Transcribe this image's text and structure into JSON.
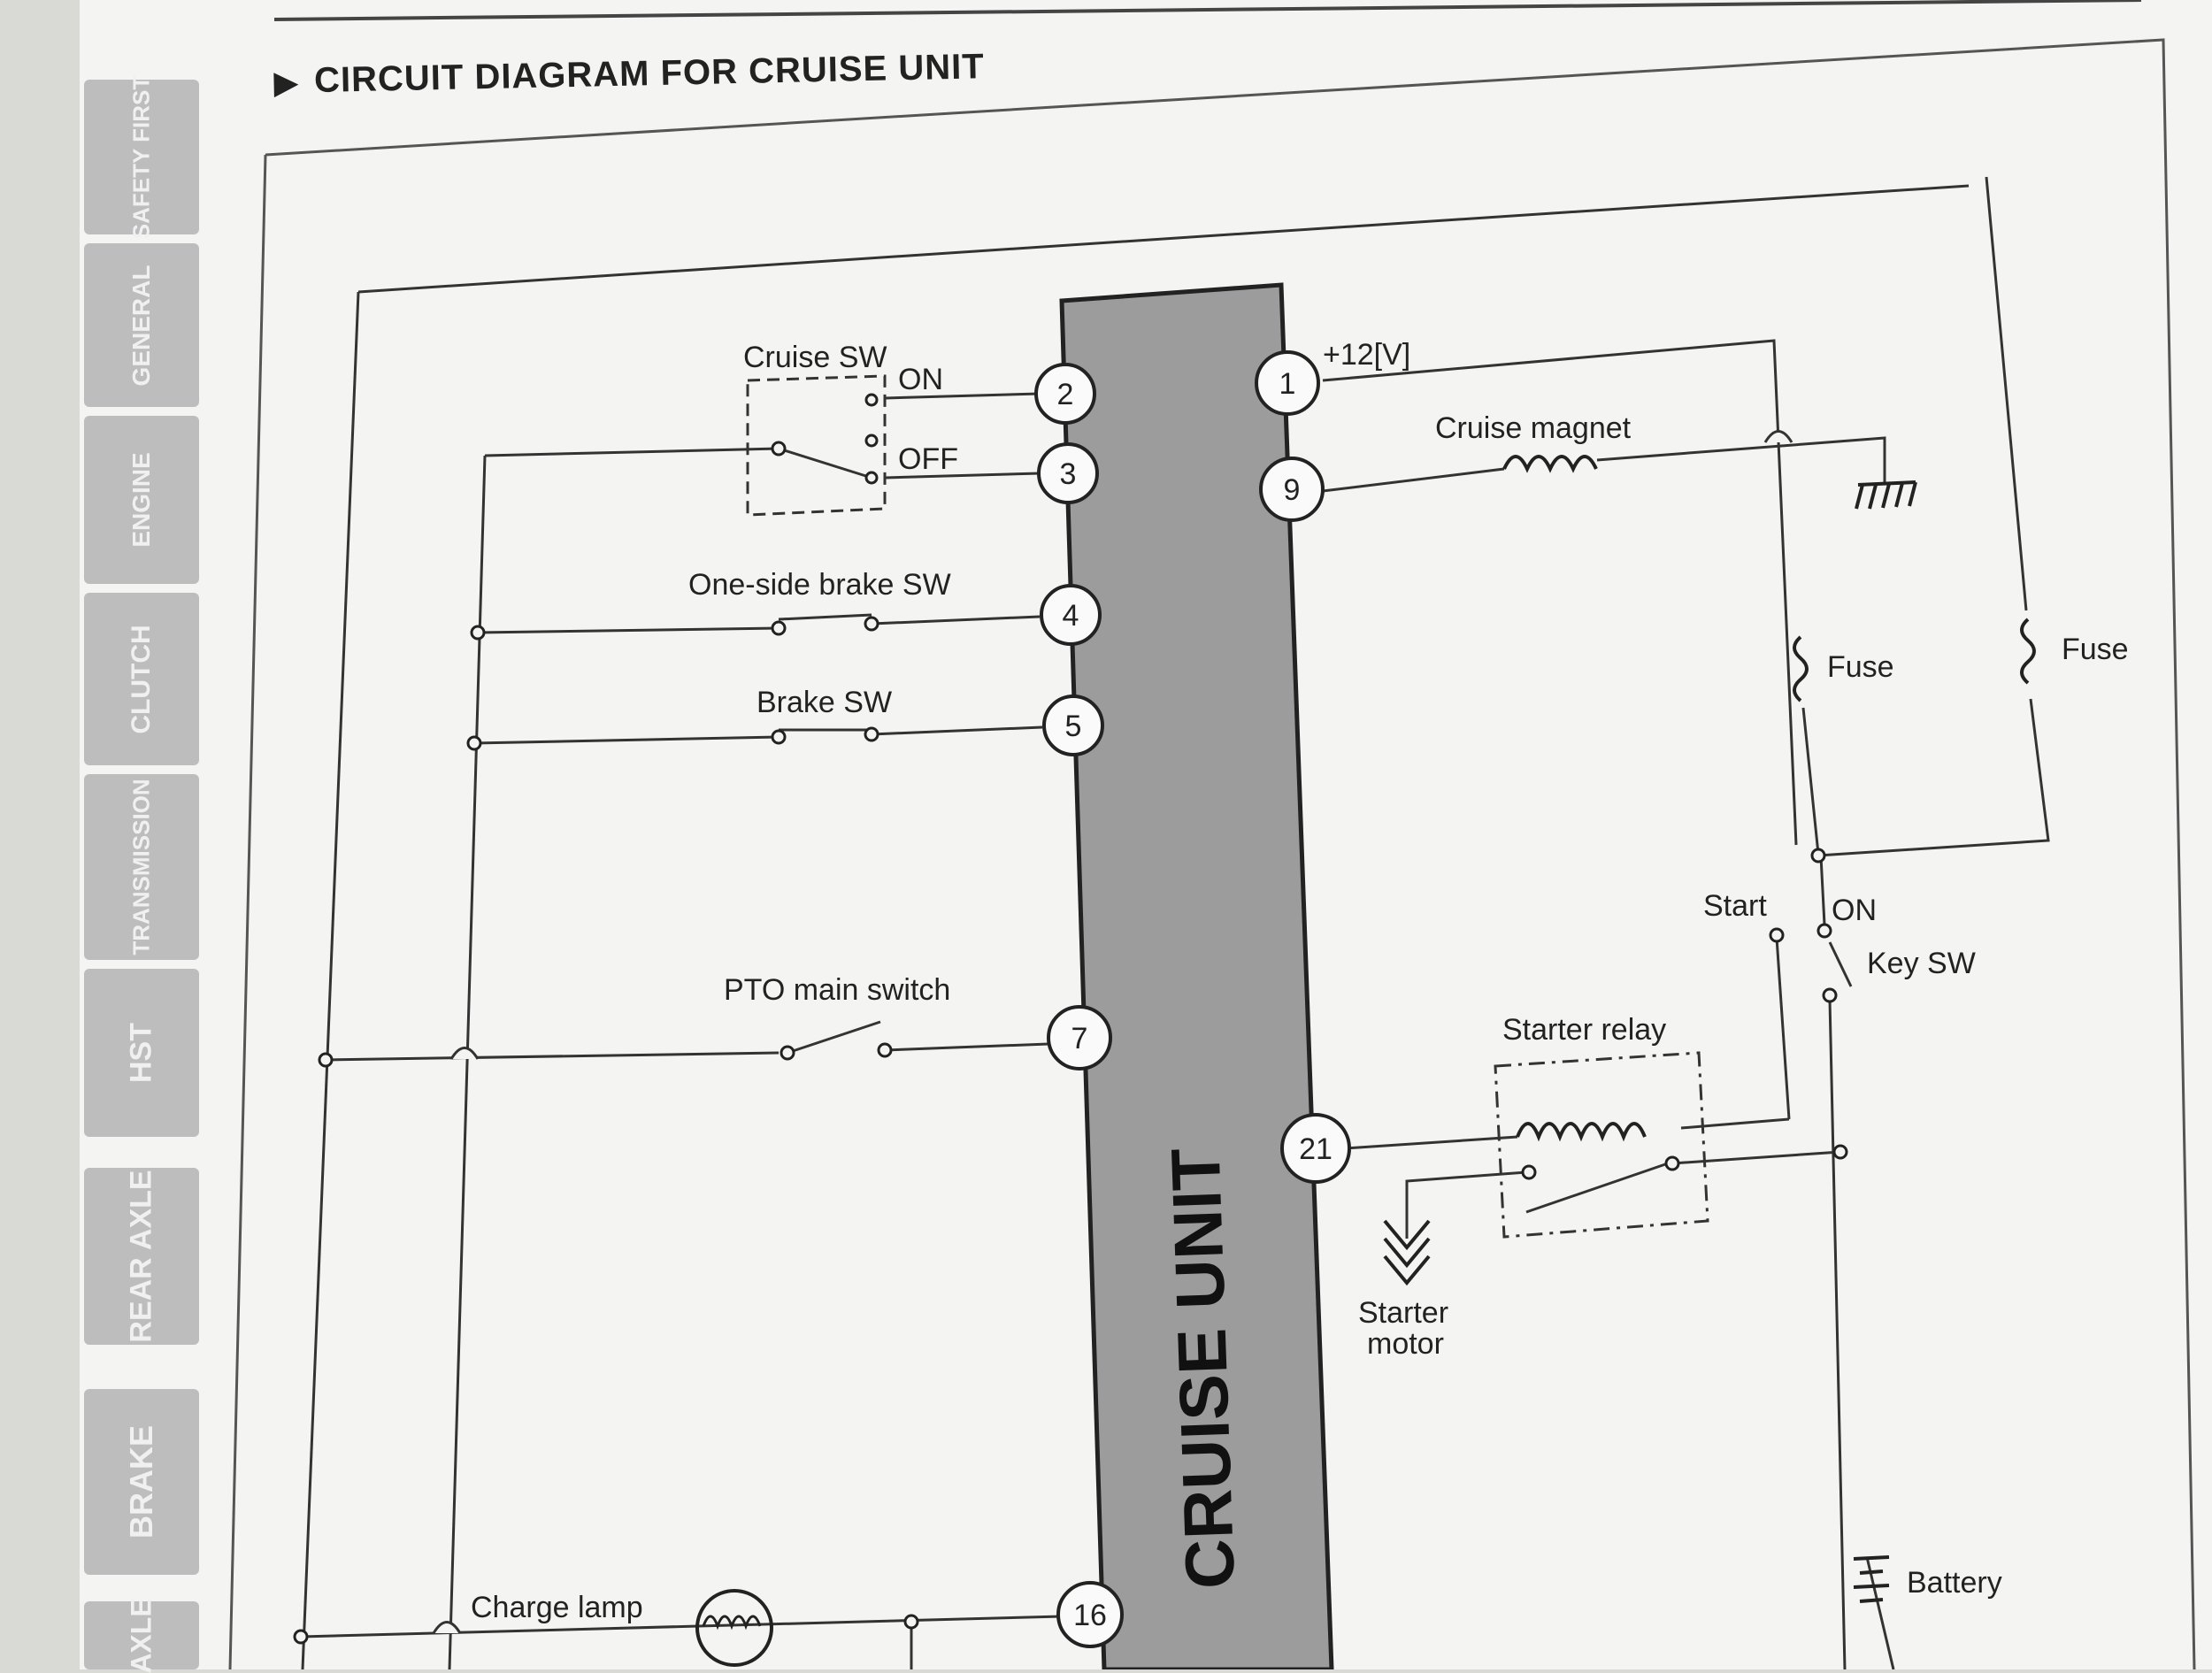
{
  "heading": {
    "marker": "▶",
    "title": "CIRCUIT DIAGRAM FOR CRUISE UNIT"
  },
  "tabs": [
    "SAFETY FIRST",
    "GENERAL",
    "ENGINE",
    "CLUTCH",
    "TRANSMISSION",
    "HST",
    "REAR AXLE",
    "BRAKE",
    "AXLE"
  ],
  "unit": {
    "label": "CRUISE UNIT"
  },
  "pins": {
    "p1": "1",
    "p2": "2",
    "p3": "3",
    "p4": "4",
    "p5": "5",
    "p7": "7",
    "p9": "9",
    "p16": "16",
    "p21": "21"
  },
  "labels": {
    "cruise_sw": "Cruise SW",
    "on": "ON",
    "off": "OFF",
    "one_side_brake_sw": "One-side brake SW",
    "brake_sw": "Brake SW",
    "pto_main_switch": "PTO main switch",
    "charge_lamp": "Charge lamp",
    "plus12v": "+12[V]",
    "cruise_magnet": "Cruise magnet",
    "fuse_1": "Fuse",
    "fuse_2": "Fuse",
    "start": "Start",
    "key_on": "ON",
    "key_sw": "Key SW",
    "starter_relay": "Starter relay",
    "starter_motor_1": "Starter",
    "starter_motor_2": "motor",
    "battery": "Battery"
  }
}
